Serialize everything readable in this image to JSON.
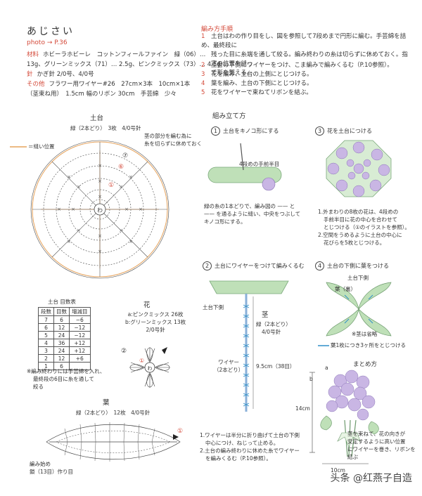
{
  "header": {
    "title": "あじさい",
    "photo_ref": "photo → P.36"
  },
  "materials": {
    "label_material": "材料",
    "material_line1": "ホビーラホビーレ　コットンフィールファイン　緑（06）…",
    "material_line2": "13g、グリーンミックス（71）… 2.5g、ピンクミックス（73）… 4.5g",
    "label_needle": "針",
    "needle": "かぎ針 2/0号、4/0号",
    "label_other": "その他",
    "other_line1": "フラワー用ワイヤー#26　27cm×3本　10cm×1本",
    "other_line2": "（茎束ね用）　1.5cm 幅のリボン 30cm　手芸綿　少々"
  },
  "instructions": {
    "title": "編み方手順",
    "steps": [
      {
        "n": "1",
        "lines": [
          "土台はわの作り目をし、図を参照して7段めまで円形に編む。手芸綿を詰め、最終段に",
          "残った目に糸端を通して絞る。編み終わりの糸は切らずに休めておく。指定の位置を縫っ",
          "て形を整える。"
        ]
      },
      {
        "n": "2",
        "lines": [
          "土台の下側にワイヤーをつけ、こま編みで編みくるむ（P.10参照）。"
        ]
      },
      {
        "n": "3",
        "lines": [
          "花を編み、土台の上側にとじつける。"
        ]
      },
      {
        "n": "4",
        "lines": [
          "葉を編み、土台の下側にとじつける。"
        ]
      },
      {
        "n": "5",
        "lines": [
          "花をワイヤーで束ねてリボンを結ぶ。"
        ]
      }
    ]
  },
  "base_chart": {
    "title": "土台",
    "subtitle": "緑（2本どり）　3枚　4/0号針",
    "legend": "＝縫い位置",
    "note": [
      "茎の部分を編む為に",
      "糸を切らずに休めておく"
    ],
    "center": "わ",
    "marks": [
      "⑦",
      "⑥",
      "①"
    ]
  },
  "gauge_table": {
    "title": "土台 目数表",
    "headers": [
      "段数",
      "目数",
      "増減目"
    ],
    "rows": [
      [
        "7",
        "6",
        "−6"
      ],
      [
        "6",
        "12",
        "−12"
      ],
      [
        "5",
        "24",
        "−12"
      ],
      [
        "4",
        "36",
        "+12"
      ],
      [
        "3",
        "24",
        "+12"
      ],
      [
        "2",
        "12",
        "+6"
      ],
      [
        "1",
        "6",
        ""
      ]
    ],
    "note": [
      "※編み終わりには手芸綿を入れ、",
      "最終段の6目に糸を通して",
      "絞る"
    ]
  },
  "flower_chart": {
    "title": "花",
    "line1": "a:ピンクミックス 26枚",
    "line2": "b:グリーンミックス 13枚",
    "line3": "2/0号針",
    "marks": [
      "②",
      "①"
    ],
    "center": "わ"
  },
  "leaf_chart": {
    "title": "葉",
    "subtitle": "緑（2本どり）　12枚　4/0号針",
    "start_note": [
      "編み始め",
      "鎖（13目）作り目"
    ],
    "mark": "①"
  },
  "assembly": {
    "title": "組み立て方",
    "step1": {
      "num": "1",
      "title": "土台をキノコ形にする",
      "callout": "4段めの手前半目",
      "notes": [
        "緑の糸の1本どりで、編み図の —— と",
        "—— を通るように縫い、中央をつぶして",
        "キノコ形にする。"
      ]
    },
    "step2": {
      "num": "2",
      "title": "土台にワイヤーをつけて編みくるむ",
      "base_below": "土台下側",
      "stem_title": "茎",
      "stem_line1": "緑（2本どり）",
      "stem_line2": "4/0号針",
      "wire_label": [
        "ワイヤー",
        "（2本どり）"
      ],
      "length": "9.5cm（38目）",
      "notes": [
        "1.ワイヤーは半分に折り曲げて土台の下側",
        "中心につけ、ねじって止める。",
        "2.土台の編み終わりに休めた糸でワイヤー",
        "を編みくるむ（P.10参照）。"
      ]
    },
    "step3": {
      "num": "3",
      "title": "花を土台につける",
      "notes": [
        "1.外まわりの8枚の花は、4段めの",
        "手前半目に花の中心を合わせて",
        "とじつける（①のイラストを参照）。",
        "2.空間をうめるように土台の中心に",
        "花びらを5枚とじつける。"
      ]
    },
    "step4": {
      "num": "4",
      "title": "土台の下側に葉をつける",
      "base_below": "土台下側",
      "leaf_label": "葉（裏）",
      "stem_omit": "※茎は省略",
      "note": "葉1枚につき3ヶ所をとじつける"
    },
    "finish": {
      "title": "まとめ方",
      "label_a": "a",
      "label_b": "b",
      "height": "14cm",
      "width": "10cm",
      "notes": [
        "茎を束ねて、花の向きが",
        "安定するように高い位置",
        "にワイヤーを巻き、リボンを",
        "結ぶ"
      ]
    }
  },
  "watermark": "头条 @红燕子自造",
  "colors": {
    "accent_red": "#d44a3a",
    "leaf_green": "#bfe0b8",
    "petal_purple": "#c9b6e4",
    "stitch_blue": "#2f8fc8",
    "seam_orange": "#e6a35c"
  }
}
